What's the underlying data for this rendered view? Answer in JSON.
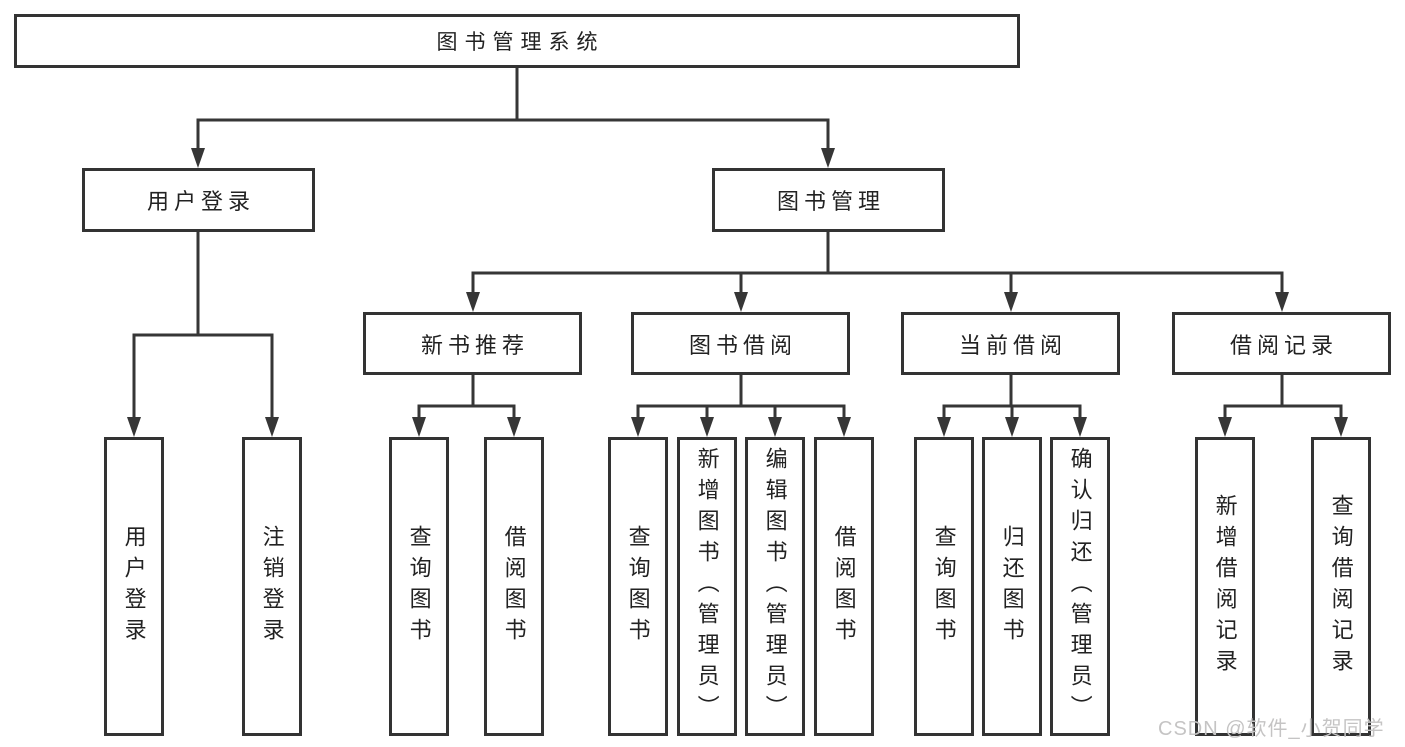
{
  "diagram": {
    "root": {
      "label": "图书管理系统"
    },
    "branches": [
      {
        "label": "用户登录",
        "children": [
          {
            "label": "用户登录"
          },
          {
            "label": "注销登录"
          }
        ]
      },
      {
        "label": "图书管理",
        "children": [
          {
            "label": "新书推荐",
            "children": [
              {
                "label": "查询图书"
              },
              {
                "label": "借阅图书"
              }
            ]
          },
          {
            "label": "图书借阅",
            "children": [
              {
                "label": "查询图书"
              },
              {
                "label": "新增图书（管理员）"
              },
              {
                "label": "编辑图书（管理员）"
              },
              {
                "label": "借阅图书"
              }
            ]
          },
          {
            "label": "当前借阅",
            "children": [
              {
                "label": "查询图书"
              },
              {
                "label": "归还图书"
              },
              {
                "label": "确认归还（管理员）"
              }
            ]
          },
          {
            "label": "借阅记录",
            "children": [
              {
                "label": "新增借阅记录"
              },
              {
                "label": "查询借阅记录"
              }
            ]
          }
        ]
      }
    ]
  },
  "watermark": "CSDN @软件_小贺同学",
  "colors": {
    "line": "#363636",
    "border": "#333333",
    "text": "#222222",
    "background": "#ffffff",
    "watermark": "#c5c4c4"
  }
}
